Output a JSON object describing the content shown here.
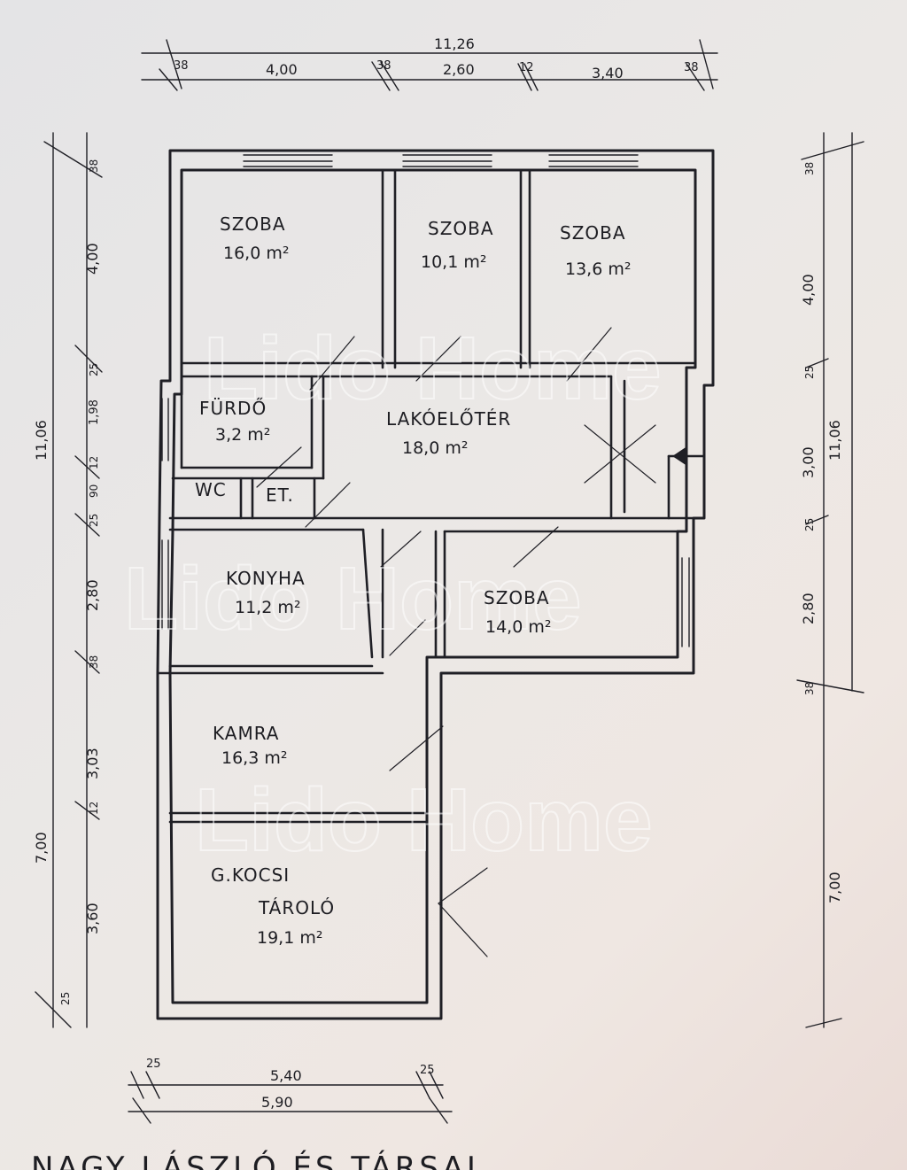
{
  "rooms": {
    "szoba1": {
      "name": "SZOBA",
      "area": "16,0 m²"
    },
    "szoba2": {
      "name": "SZOBA",
      "area": "10,1 m²"
    },
    "szoba3": {
      "name": "SZOBA",
      "area": "13,6 m²"
    },
    "furdo": {
      "name": "FÜRDŐ",
      "area": "3,2 m²"
    },
    "lakoeloter": {
      "name": "LAKÓELŐTÉR",
      "area": "18,0 m²"
    },
    "wc": {
      "name": "WC"
    },
    "et": {
      "name": "ET."
    },
    "konyha": {
      "name": "KONYHA",
      "area": "11,2 m²"
    },
    "szoba4": {
      "name": "SZOBA",
      "area": "14,0 m²"
    },
    "kamra": {
      "name": "KAMRA",
      "area": "16,3 m²"
    },
    "tarolo": {
      "name1": "G.KOCSI",
      "name2": "TÁROLÓ",
      "area": "19,1 m²"
    }
  },
  "dimensions": {
    "top_total": "11,26",
    "top": [
      "38",
      "4,00",
      "38",
      "2,60",
      "12",
      "3,40",
      "38"
    ],
    "left_total": "11,06",
    "left": [
      "38",
      "4,00",
      "25",
      "1,98",
      "12",
      "90",
      "25",
      "2,80",
      "38",
      "3,03",
      "12",
      "3,60",
      "25"
    ],
    "left_lower_total": "7,00",
    "right_total": "11,06",
    "right": [
      "38",
      "4,00",
      "25",
      "3,00",
      "25",
      "2,80",
      "38"
    ],
    "right_lower_total": "7,00",
    "bottom": [
      "25",
      "5,40",
      "25"
    ],
    "bottom_total": "5,90"
  },
  "watermark": "Lido Home",
  "caption_fragment": "NAGY LÁSZLÓ ÉS TÁRSAI"
}
